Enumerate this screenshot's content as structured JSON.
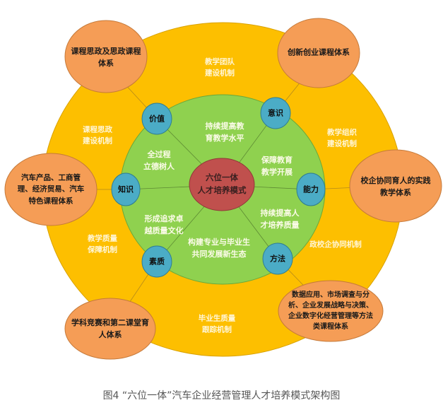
{
  "center": {
    "lines": [
      "六位一体",
      "人才培养模式"
    ]
  },
  "nodes": {
    "value": "价值",
    "awareness": "意识",
    "knowledge": "知识",
    "ability": "能力",
    "quality": "素质",
    "method": "方法"
  },
  "inner_ring": {
    "top": [
      "持续提高教",
      "育教学水平"
    ],
    "upper_left": [
      "全过程",
      "立德树人"
    ],
    "upper_right": [
      "保障教育",
      "教学开展"
    ],
    "lower_left": [
      "形成追求卓",
      "越质量文化"
    ],
    "lower_right": [
      "持续提高人",
      "才培养质量"
    ],
    "bottom": [
      "构建专业与毕业生",
      "共同发展新生态"
    ]
  },
  "outer_ring": {
    "top": [
      "教学团队",
      "建设机制"
    ],
    "upper_left": [
      "课程思政",
      "建设机制"
    ],
    "upper_right": [
      "教学组织",
      "建设机制"
    ],
    "lower_left": [
      "教学质量",
      "保障机制"
    ],
    "lower_right": [
      "政校企协同机制"
    ],
    "bottom": [
      "毕业生质量",
      "跟踪机制"
    ]
  },
  "systems": {
    "top_left": [
      "课程思政及思政课程",
      "体系"
    ],
    "top_right": [
      "创新创业课程体系"
    ],
    "left": [
      "汽车产品、工商管",
      "理、经济贸易、汽车",
      "特色课程体系"
    ],
    "right": [
      "校企协同育人的实践",
      "教学体系"
    ],
    "bottom_left": [
      "学科竞赛和第二课堂育",
      "人体系"
    ],
    "bottom_right": [
      "数据应用、市场调查与分",
      "析、企业发展战略与决策、",
      "企业数字化经营管理等方法",
      "类课程体系"
    ]
  },
  "caption": "图4 “六位一体”汽车企业经营管理人才培养模式架构图",
  "colors": {
    "outer": "#fdbf00",
    "inner": "#8fd14f",
    "center": "#c0504d",
    "node": "#4bacc6",
    "system": "#f59d56"
  }
}
